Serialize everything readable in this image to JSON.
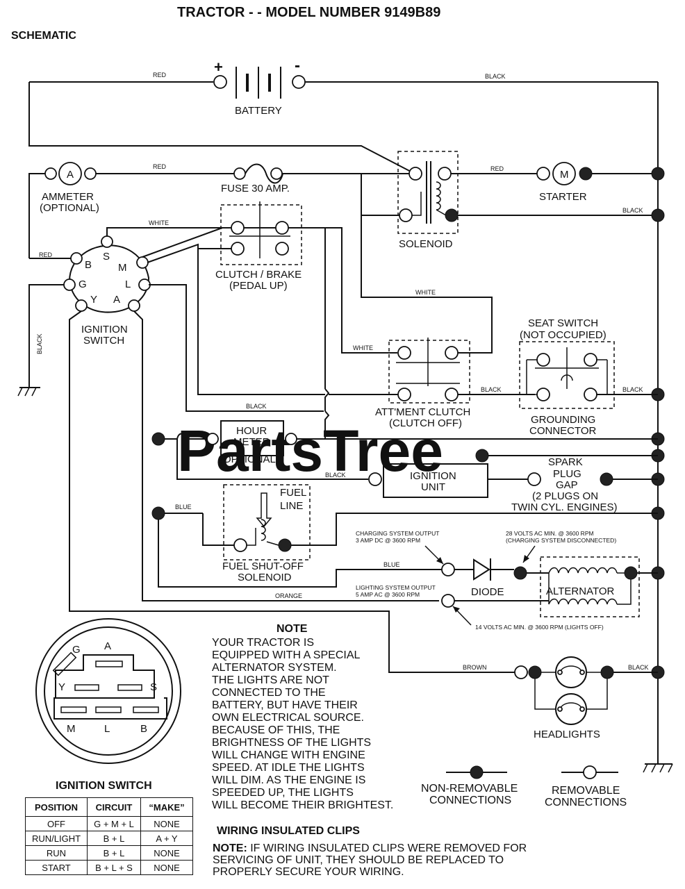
{
  "header": {
    "title": "TRACTOR - - MODEL NUMBER 9149B89",
    "subtitle": "SCHEMATIC"
  },
  "watermark": "PartsTree",
  "components": {
    "battery": "BATTERY",
    "battery_plus": "+",
    "battery_minus": "-",
    "ammeter": "AMMETER",
    "ammeter_opt": "(OPTIONAL)",
    "ammeter_symbol": "A",
    "fuse": "FUSE 30 AMP.",
    "starter": "STARTER",
    "starter_symbol": "M",
    "solenoid": "SOLENOID",
    "clutch_brake_1": "CLUTCH / BRAKE",
    "clutch_brake_2": "(PEDAL UP)",
    "ignition_switch_1": "IGNITION",
    "ignition_switch_2": "SWITCH",
    "seat_switch_1": "SEAT SWITCH",
    "seat_switch_2": "(NOT OCCUPIED)",
    "attment_clutch_1": "ATT'MENT CLUTCH",
    "attment_clutch_2": "(CLUTCH OFF)",
    "grounding_1": "GROUNDING",
    "grounding_2": "CONNECTOR",
    "hour_meter_1": "HOUR",
    "hour_meter_2": "METER",
    "hour_meter_3": "(OPTIONAL)",
    "ignition_unit_1": "IGNITION",
    "ignition_unit_2": "UNIT",
    "spark_1": "SPARK",
    "spark_2": "PLUG",
    "spark_3": "GAP",
    "spark_4": "(2 PLUGS ON",
    "spark_5": "TWIN CYL. ENGINES)",
    "fuel_line_1": "FUEL",
    "fuel_line_2": "LINE",
    "fuel_solenoid_1": "FUEL SHUT-OFF",
    "fuel_solenoid_2": "SOLENOID",
    "diode": "DIODE",
    "alternator": "ALTERNATOR",
    "headlights": "HEADLIGHTS",
    "charging_1": "CHARGING SYSTEM OUTPUT",
    "charging_2": "3 AMP DC @ 3600 RPM",
    "volts28_1": "28 VOLTS AC MIN. @ 3600 RPM",
    "volts28_2": "(CHARGING SYSTEM DISCONNECTED)",
    "lighting_1": "LIGHTING SYSTEM OUTPUT",
    "lighting_2": "5 AMP AC @ 3600 RPM",
    "volts14": "14 VOLTS AC MIN. @ 3600 RPM (LIGHTS OFF)"
  },
  "terminals": {
    "B": "B",
    "S": "S",
    "M": "M",
    "G": "G",
    "L": "L",
    "Y": "Y",
    "A": "A"
  },
  "wires": {
    "red": "RED",
    "black": "BLACK",
    "white": "WHITE",
    "blue": "BLUE",
    "orange": "ORANGE",
    "brown": "BROWN"
  },
  "note": {
    "title": "NOTE",
    "lines": [
      "YOUR TRACTOR IS",
      "EQUIPPED WITH A SPECIAL",
      "ALTERNATOR SYSTEM.",
      "THE LIGHTS ARE NOT",
      "CONNECTED TO THE",
      "BATTERY, BUT HAVE THEIR",
      "OWN ELECTRICAL SOURCE.",
      "BECAUSE OF THIS, THE",
      "BRIGHTNESS OF THE LIGHTS",
      "WILL CHANGE WITH ENGINE",
      "SPEED.  AT IDLE THE LIGHTS",
      "WILL DIM.  AS THE ENGINE IS",
      "SPEEDED UP, THE LIGHTS",
      "WILL BECOME THEIR BRIGHTEST."
    ]
  },
  "legend": {
    "non_removable_1": "NON-REMOVABLE",
    "non_removable_2": "CONNECTIONS",
    "removable_1": "REMOVABLE",
    "removable_2": "CONNECTIONS"
  },
  "clips": {
    "title": "WIRING INSULATED CLIPS",
    "note_label": "NOTE:",
    "line1": " IF WIRING INSULATED CLIPS WERE REMOVED FOR",
    "line2": "SERVICING OF UNIT, THEY SHOULD BE REPLACED TO",
    "line3": "PROPERLY SECURE YOUR WIRING."
  },
  "ignition_switch_table": {
    "title": "IGNITION SWITCH",
    "headers": [
      "POSITION",
      "CIRCUIT",
      "“MAKE”"
    ],
    "rows": [
      [
        "OFF",
        "G + M + L",
        "NONE"
      ],
      [
        "RUN/LIGHT",
        "B + L",
        "A + Y"
      ],
      [
        "RUN",
        "B + L",
        "NONE"
      ],
      [
        "START",
        "B + L + S",
        "NONE"
      ]
    ]
  }
}
